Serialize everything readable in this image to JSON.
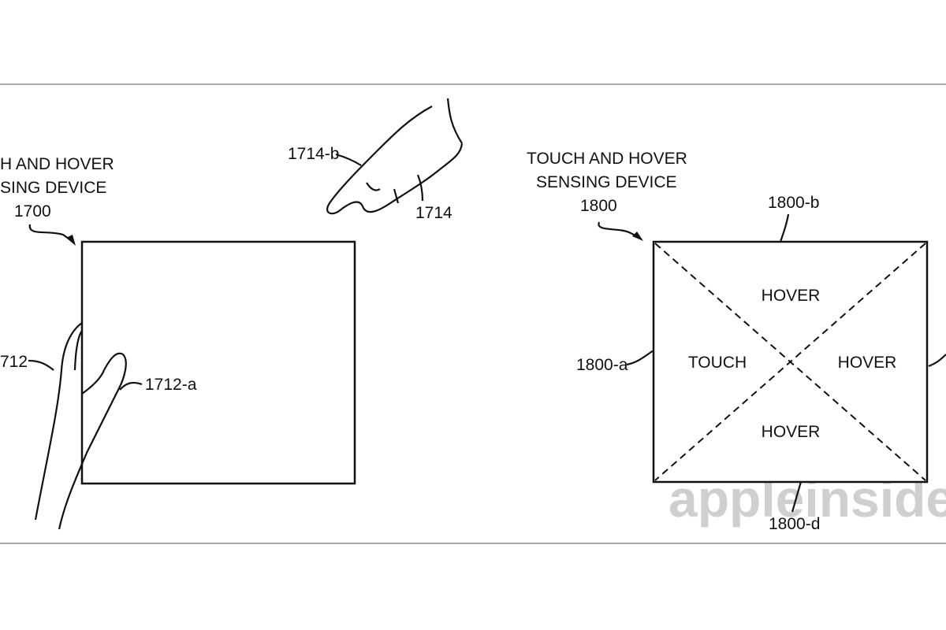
{
  "figure_1700": {
    "title_line1": "H AND HOVER",
    "title_line2": "SING DEVICE",
    "ref": "1700",
    "hand_label": "712",
    "finger_label": "1712-a",
    "hover_hand_finger_label": "1714-b",
    "hover_hand_label": "1714"
  },
  "figure_1800": {
    "title_line1": "TOUCH AND HOVER",
    "title_line2": "SENSING DEVICE",
    "ref": "1800",
    "edge_a": "1800-a",
    "edge_b": "1800-b",
    "edge_d": "1800-d",
    "region_top": "HOVER",
    "region_left": "TOUCH",
    "region_right": "HOVER",
    "region_bottom": "HOVER"
  },
  "watermark": "appleinsider"
}
